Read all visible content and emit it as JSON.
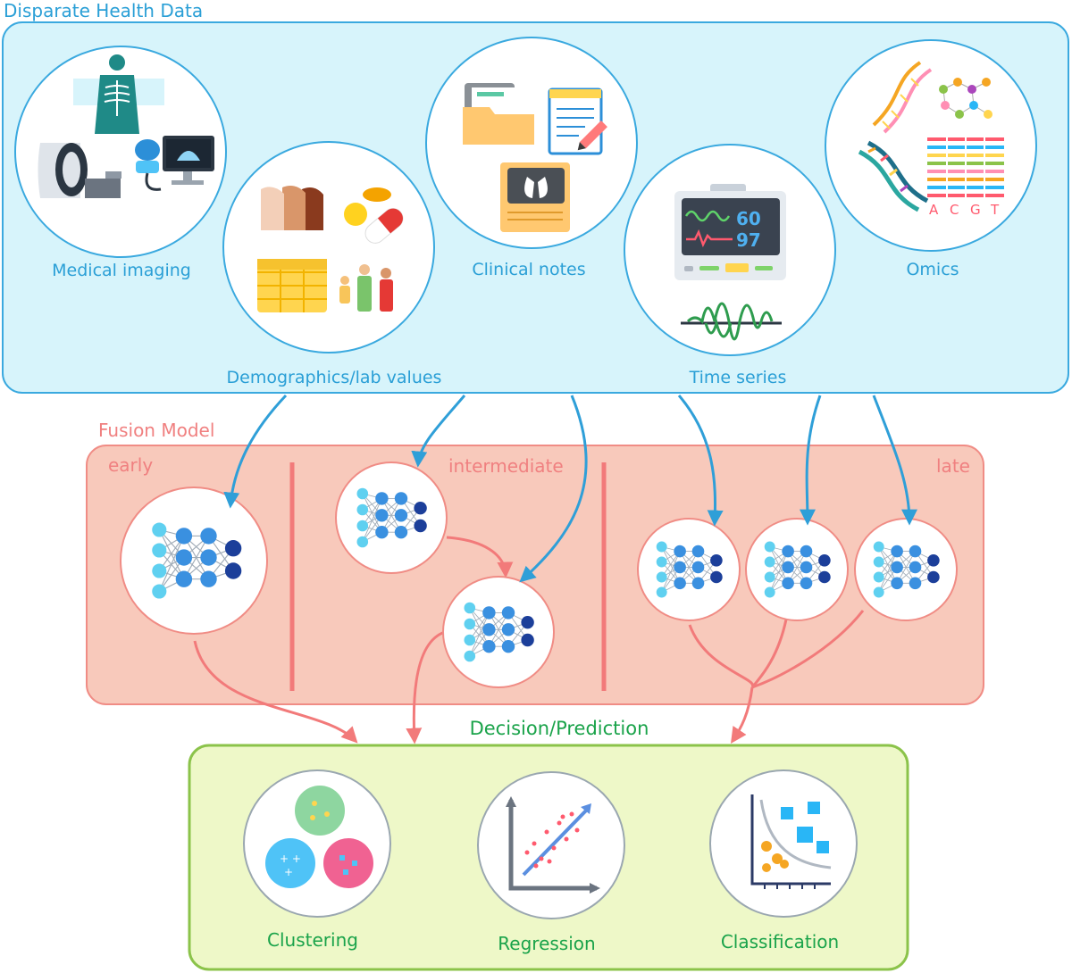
{
  "panels": {
    "data_title": "Disparate Health Data",
    "fusion_title": "Fusion Model",
    "decision_title": "Decision/Prediction"
  },
  "data_sources": {
    "medical_imaging": "Medical imaging",
    "demographics": "Demographics/lab values",
    "clinical_notes": "Clinical notes",
    "time_series": "Time series",
    "omics": "Omics"
  },
  "monitor": {
    "value1": "60",
    "value2": "97"
  },
  "omics_letters": [
    "A",
    "C",
    "G",
    "T"
  ],
  "fusion": {
    "early": "early",
    "intermediate": "intermediate",
    "late": "late"
  },
  "outputs": {
    "clustering": "Clustering",
    "regression": "Regression",
    "classification": "Classification"
  },
  "colors": {
    "data_panel_fill": "#d7f4fb",
    "data_panel_stroke": "#3aa9df",
    "fusion_panel_fill": "#f8c9bb",
    "fusion_panel_stroke": "#f08c85",
    "decision_panel_fill": "#eef8c8",
    "decision_panel_stroke": "#8bc34a",
    "blue_arrow": "#2f9fd8",
    "red_arrow": "#f27a7a"
  }
}
